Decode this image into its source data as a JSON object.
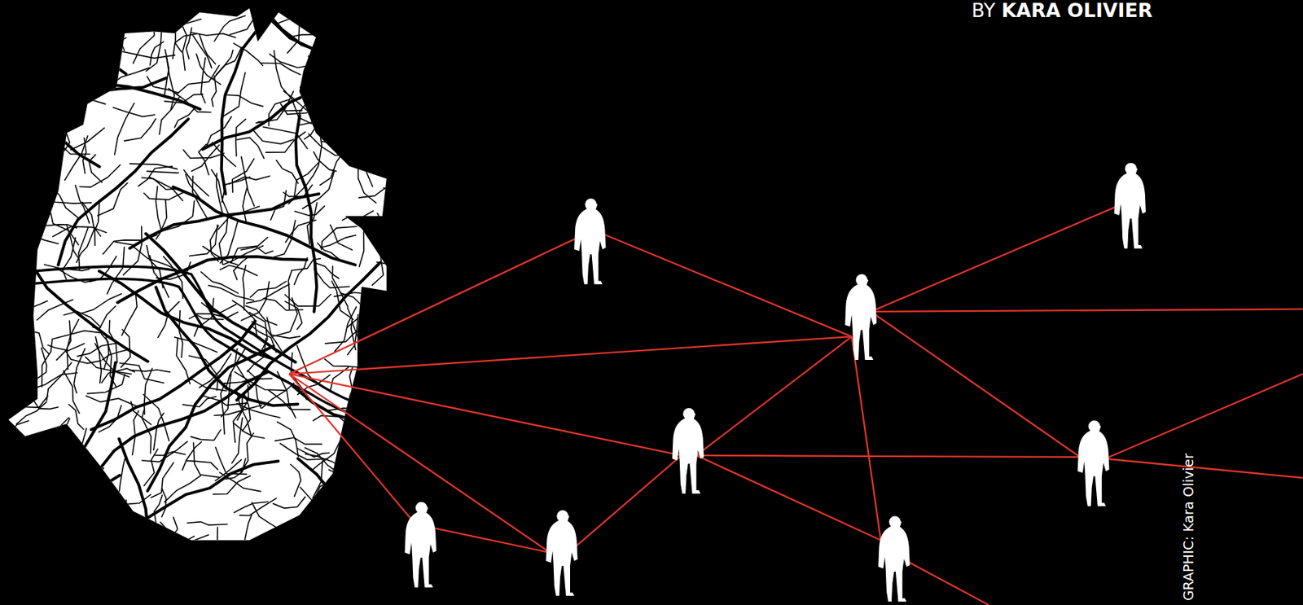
{
  "diagram": {
    "labels": [
      "BY",
      "KARA OLIVIER",
      "GRAPHIC: Kara Olivier"
    ]
  }
}
